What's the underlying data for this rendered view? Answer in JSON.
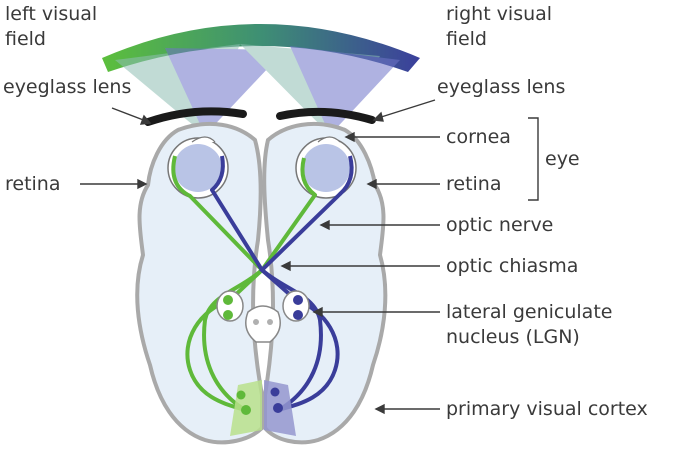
{
  "labels": {
    "left_visual_field": [
      "left visual",
      "field"
    ],
    "right_visual_field": [
      "right visual",
      "field"
    ],
    "eyeglass_lens_left": "eyeglass lens",
    "eyeglass_lens_right": "eyeglass lens",
    "cornea": "cornea",
    "eye": "eye",
    "retina_left": "retina",
    "retina_right": "retina",
    "optic_nerve": "optic nerve",
    "optic_chiasma": "optic chiasma",
    "lgn": [
      "lateral geniculate",
      "nucleus (LGN)"
    ],
    "primary_visual_cortex": "primary visual cortex"
  },
  "colors": {
    "left_pathway": "#5fb93a",
    "right_pathway": "#3a3d9a",
    "brain_fill": "#e6eff8",
    "brain_outline": "#a9a9a9",
    "light_cone_blue": "#6f74c9",
    "light_cone_teal": "#8fbfb4",
    "lens": "#1a1a1a",
    "label_text": "#3a3a3a"
  }
}
